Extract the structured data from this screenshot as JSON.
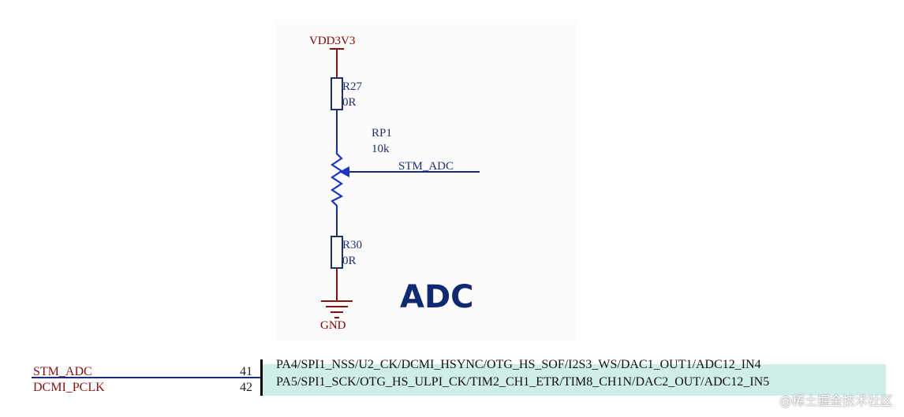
{
  "schematic": {
    "power_net": "VDD3V3",
    "resistor_top": {
      "ref": "R27",
      "value": "0R"
    },
    "potentiometer": {
      "ref": "RP1",
      "value": "10k"
    },
    "wiper_net": "STM_ADC",
    "resistor_bottom": {
      "ref": "R30",
      "value": "0R"
    },
    "ground_net": "GND",
    "block_title": "ADC"
  },
  "pin_table": {
    "rows": [
      {
        "net": "STM_ADC",
        "pin": "41",
        "function": "PA4/SPI1_NSS/U2_CK/DCMI_HSYNC/OTG_HS_SOF/I2S3_WS/DAC1_OUT1/ADC12_IN4"
      },
      {
        "net": "DCMI_PCLK",
        "pin": "42",
        "function": "PA5/SPI1_SCK/OTG_HS_ULPI_CK/TIM2_CH1_ETR/TIM8_CH1N/DAC2_OUT/ADC12_IN5"
      }
    ]
  },
  "watermark": "@稀土掘金技术社区",
  "colors": {
    "power_wire": "#8b1010",
    "signal_wire": "#1c2a80",
    "component_outline": "#1f2f6b",
    "title": "#0e2a73",
    "ic_fill": "#cfeee8"
  }
}
